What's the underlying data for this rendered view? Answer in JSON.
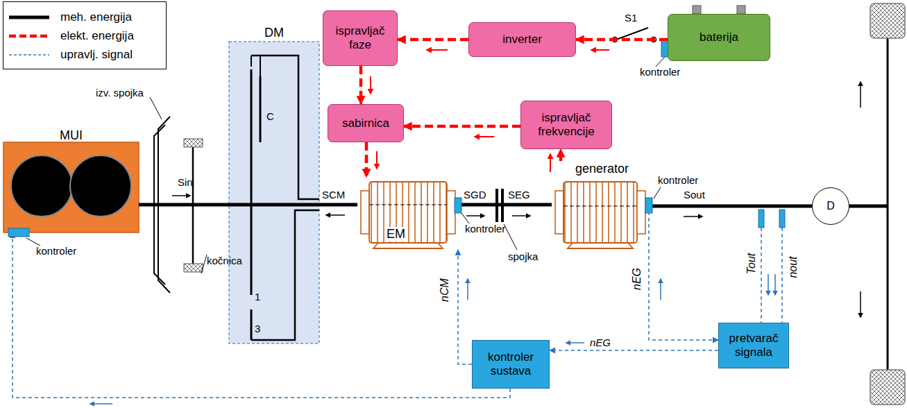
{
  "diagram": {
    "nodes": [
      {
        "text": [
          "MUI"
        ]
      },
      {
        "text": [
          "DM"
        ]
      },
      {
        "text": [
          "ispravljač faze"
        ]
      },
      {
        "text": [
          "inverter"
        ]
      },
      {
        "text": [
          "baterija"
        ]
      },
      {
        "text": [
          "sabirnica"
        ]
      },
      {
        "text": [
          "ispravljač frekvencije"
        ]
      },
      {
        "text": [
          "EM"
        ]
      },
      {
        "text": [
          "generator"
        ]
      },
      {
        "text": [
          "D"
        ]
      },
      {
        "text": [
          "pretvarač signala"
        ]
      },
      {
        "text": [
          "kontroler sustava"
        ]
      }
    ],
    "edges": [
      {
        "from": 0,
        "to": 1,
        "arrow": "none"
      },
      {
        "from": 1,
        "to": 7,
        "arrow": "none"
      },
      {
        "from": 7,
        "to": 8,
        "arrow": "none"
      },
      {
        "from": 8,
        "to": 9,
        "arrow": "none"
      },
      {
        "from": 4,
        "to": 3,
        "arrow": "to"
      },
      {
        "from": 3,
        "to": 2,
        "arrow": "to"
      },
      {
        "from": 2,
        "to": 5,
        "arrow": "to"
      },
      {
        "from": 6,
        "to": 5,
        "arrow": "to"
      },
      {
        "from": 5,
        "to": 7,
        "arrow": "to"
      },
      {
        "from": 8,
        "to": 6,
        "arrow": "to"
      },
      {
        "from": 8,
        "to": 10,
        "arrow": "to"
      },
      {
        "from": 10,
        "to": 11,
        "label": "nEG",
        "arrow": "to"
      },
      {
        "from": 11,
        "to": 7,
        "arrow": "to"
      },
      {
        "from": 11,
        "to": 0,
        "arrow": "to"
      }
    ],
    "labels": [
      "izv. spojka",
      "Sin",
      "kočnica",
      "kontroler",
      "C",
      "1",
      "3",
      "SCM",
      "kontroler",
      "SGD",
      "SEG",
      "spojka",
      "kontroler",
      "Sout",
      "S1",
      "kontroler",
      "nCM",
      "nEG",
      "Tout",
      "nout"
    ],
    "legend": [
      {
        "text": "meh. energija"
      },
      {
        "text": "elekt. energija"
      },
      {
        "text": "upravlj. signal"
      }
    ]
  }
}
